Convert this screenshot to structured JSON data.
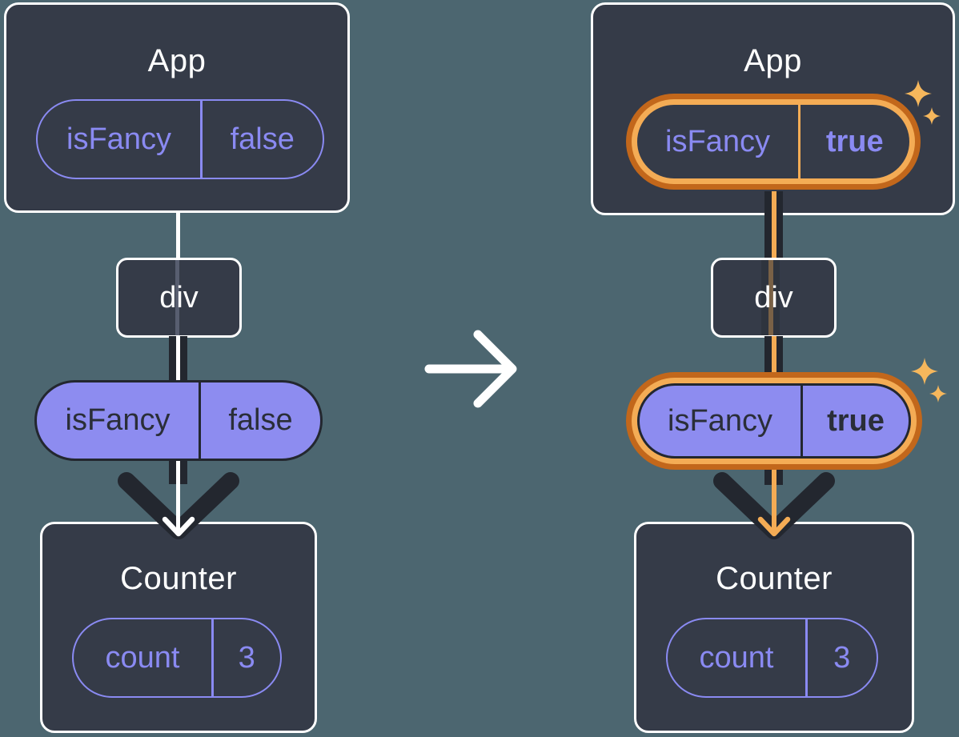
{
  "colors": {
    "bg": "#4C6670",
    "card": "#353B48",
    "dark": "#23272F",
    "white": "#FFFFFF",
    "purple": "#8A8AF2",
    "purple_fill": "#8D8CF0",
    "ink": "#2A2E38",
    "orange_dark": "#C2671B",
    "orange_light": "#F4AC55",
    "sparkle": "#F6B75C"
  },
  "before": {
    "app": {
      "title": "App",
      "state": {
        "key": "isFancy",
        "value": "false"
      }
    },
    "div": {
      "label": "div"
    },
    "prop": {
      "key": "isFancy",
      "value": "false"
    },
    "counter": {
      "title": "Counter",
      "state": {
        "key": "count",
        "value": "3"
      }
    }
  },
  "after": {
    "app": {
      "title": "App",
      "state": {
        "key": "isFancy",
        "value": "true"
      }
    },
    "div": {
      "label": "div"
    },
    "prop": {
      "key": "isFancy",
      "value": "true"
    },
    "counter": {
      "title": "Counter",
      "state": {
        "key": "count",
        "value": "3"
      }
    }
  }
}
